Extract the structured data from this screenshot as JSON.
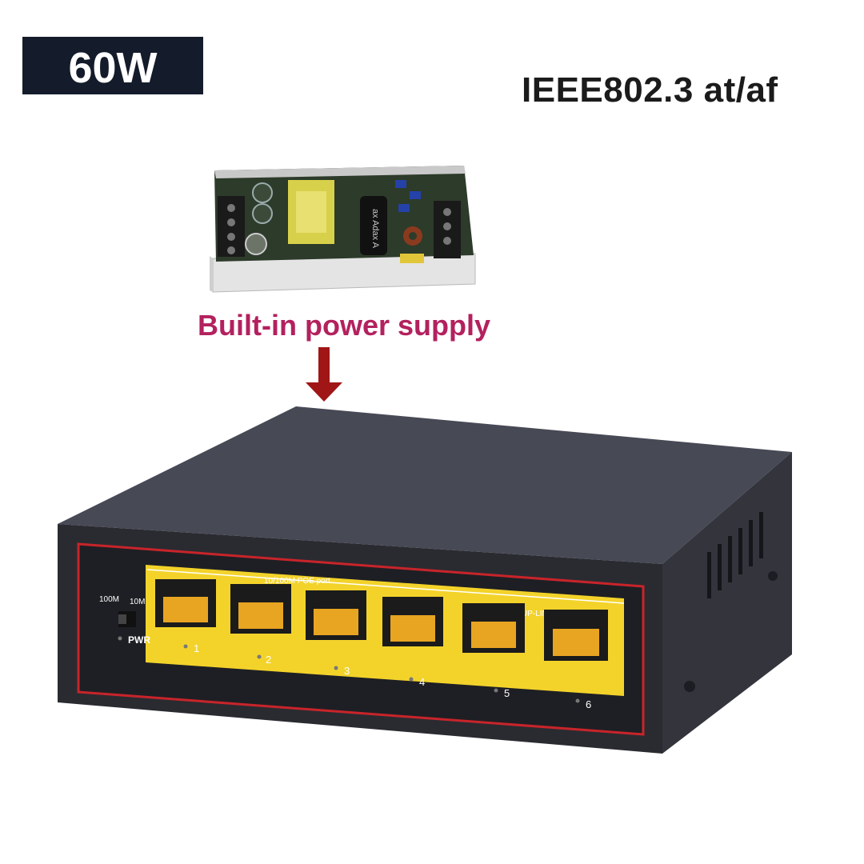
{
  "badge": {
    "text": "60W"
  },
  "standard": {
    "text": "IEEE802.3 at/af"
  },
  "psu": {
    "caption": "Built-in power supply",
    "board_print": "ax Adax A"
  },
  "switch": {
    "port_group_label": "10/100M POE port",
    "uplink_label": "UP-LINK",
    "speed_labels": [
      "100M",
      "10M"
    ],
    "power_label": "PWR",
    "ports": [
      "1",
      "2",
      "3",
      "4",
      "5",
      "6"
    ]
  },
  "colors": {
    "badge_bg": "#141c2b",
    "caption": "#b3215e",
    "arrow": "#a01616",
    "port_yellow": "#f3d32a",
    "bezel_red": "#c8242a",
    "chassis": "#2b2c33"
  }
}
